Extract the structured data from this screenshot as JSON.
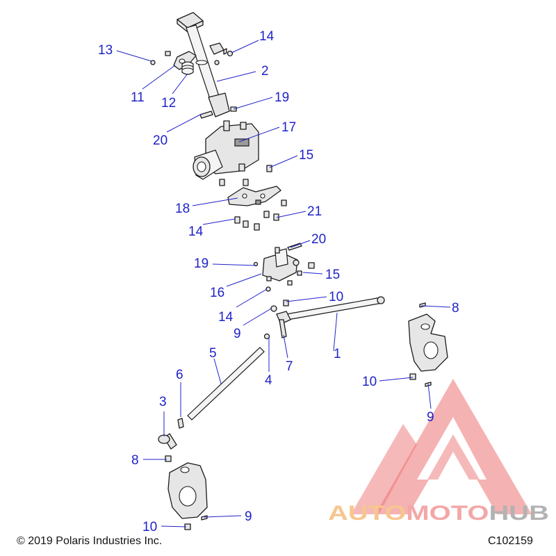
{
  "callouts": [
    {
      "id": "c1",
      "label": "1"
    },
    {
      "id": "c2",
      "label": "2"
    },
    {
      "id": "c3",
      "label": "3"
    },
    {
      "id": "c4",
      "label": "4"
    },
    {
      "id": "c5",
      "label": "5"
    },
    {
      "id": "c6",
      "label": "6"
    },
    {
      "id": "c7",
      "label": "7"
    },
    {
      "id": "c8a",
      "label": "8"
    },
    {
      "id": "c8b",
      "label": "8"
    },
    {
      "id": "c9a",
      "label": "9"
    },
    {
      "id": "c9b",
      "label": "9"
    },
    {
      "id": "c9c",
      "label": "9"
    },
    {
      "id": "c10a",
      "label": "10"
    },
    {
      "id": "c10b",
      "label": "10"
    },
    {
      "id": "c10c",
      "label": "10"
    },
    {
      "id": "c11",
      "label": "11"
    },
    {
      "id": "c12",
      "label": "12"
    },
    {
      "id": "c13",
      "label": "13"
    },
    {
      "id": "c14a",
      "label": "14"
    },
    {
      "id": "c14b",
      "label": "14"
    },
    {
      "id": "c14c",
      "label": "14"
    },
    {
      "id": "c15a",
      "label": "15"
    },
    {
      "id": "c15b",
      "label": "15"
    },
    {
      "id": "c16",
      "label": "16"
    },
    {
      "id": "c17",
      "label": "17"
    },
    {
      "id": "c18",
      "label": "18"
    },
    {
      "id": "c19a",
      "label": "19"
    },
    {
      "id": "c19b",
      "label": "19"
    },
    {
      "id": "c20a",
      "label": "20"
    },
    {
      "id": "c20b",
      "label": "20"
    },
    {
      "id": "c21",
      "label": "21"
    }
  ],
  "copyright": "© 2019 Polaris Industries Inc.",
  "diagram_code": "C102159",
  "watermark": {
    "part1": "AUTO",
    "part2": "MOTO",
    "part3": "HUB",
    "color_auto": "#f5b46a",
    "color_moto": "#f08a8a",
    "color_hub": "#9a9a9a",
    "triangle_color": "#e84545"
  },
  "colors": {
    "callout": "#1f22c8",
    "line_art": "#1a1a1a"
  }
}
